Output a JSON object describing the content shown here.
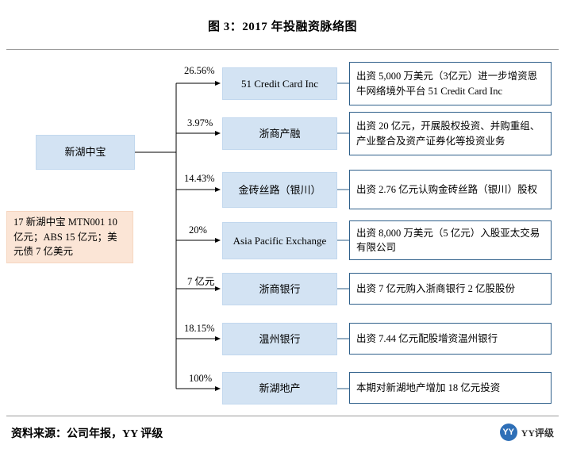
{
  "title": "图 3：2017 年投融资脉络图",
  "source": "资料来源：公司年报，YY 评级",
  "logo": {
    "mark": "YY",
    "text": "YY评级"
  },
  "root": {
    "label": "新湖中宝"
  },
  "issuance": {
    "label": "17 新湖中宝 MTN001 10 亿元；ABS 15 亿元；美元债 7 亿美元"
  },
  "branches": [
    {
      "ratio": "26.56%",
      "target": "51 Credit Card Inc",
      "detail": "出资 5,000 万美元（3亿元）进一步增资恩牛网络境外平台 51 Credit Card Inc"
    },
    {
      "ratio": "3.97%",
      "target": "浙商产融",
      "detail": "出资 20 亿元，开展股权投资、并购重组、产业整合及资产证券化等投资业务"
    },
    {
      "ratio": "14.43%",
      "target": "金砖丝路（银川）",
      "detail": "出资 2.76 亿元认购金砖丝路（银川）股权"
    },
    {
      "ratio": "20%",
      "target": "Asia Pacific Exchange",
      "detail": "出资 8,000 万美元（5 亿元）入股亚太交易有限公司"
    },
    {
      "ratio": "7 亿元",
      "target": "浙商银行",
      "detail": "出资 7 亿元购入浙商银行 2 亿股股份"
    },
    {
      "ratio": "18.15%",
      "target": "温州银行",
      "detail": "出资 7.44 亿元配股增资温州银行"
    },
    {
      "ratio": "100%",
      "target": "新湖地产",
      "detail": "本期对新湖地产增加 18 亿元投资"
    }
  ],
  "colors": {
    "node_blue": "#d3e3f3",
    "node_peach": "#fbe5d6",
    "node_border": "#2e5f8a",
    "brand": "#2e6fb7"
  }
}
